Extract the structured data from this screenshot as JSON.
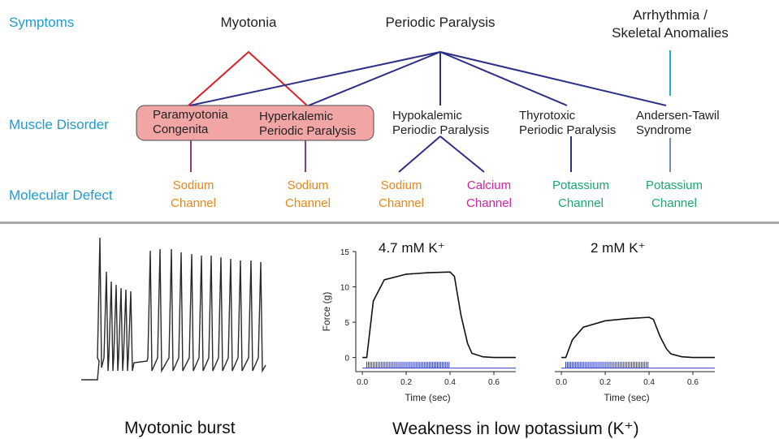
{
  "row_labels": {
    "symptoms": "Symptoms",
    "muscle_disorder": "Muscle Disorder",
    "molecular_defect": "Molecular Defect"
  },
  "symptoms": {
    "myotonia": "Myotonia",
    "periodic_paralysis": "Periodic Paralysis",
    "arrhythmia_line1": "Arrhythmia /",
    "arrhythmia_line2": "Skeletal Anomalies"
  },
  "disorders": {
    "paramyotonia_line1": "Paramyotonia",
    "paramyotonia_line2": "Congenita",
    "hyperkalemic_line1": "Hyperkalemic",
    "hyperkalemic_line2": "Periodic Paralysis",
    "hypokalemic_line1": "Hypokalemic",
    "hypokalemic_line2": "Periodic Paralysis",
    "thyrotoxic_line1": "Thyrotoxic",
    "thyrotoxic_line2": "Periodic Paralysis",
    "andersen_line1": "Andersen-Tawil",
    "andersen_line2": "Syndrome"
  },
  "defects": [
    {
      "line1": "Sodium",
      "line2": "Channel",
      "color": "#e8861a"
    },
    {
      "line1": "Sodium",
      "line2": "Channel",
      "color": "#e8861a"
    },
    {
      "line1": "Sodium",
      "line2": "Channel",
      "color": "#e8861a"
    },
    {
      "line1": "Calcium",
      "line2": "Channel",
      "color": "#d020a8"
    },
    {
      "line1": "Potassium",
      "line2": "Channel",
      "color": "#1aa870"
    },
    {
      "line1": "Potassium",
      "line2": "Channel",
      "color": "#1aa870"
    }
  ],
  "colors": {
    "myotonia_lines": "#d8232a",
    "paralysis_lines": "#2b2f86",
    "arrhythmia_line": "#1fb2d0",
    "highlight_box": "#f2a5a5",
    "divider": "#a9a9a9"
  },
  "plots": {
    "left_title": "4.7 mM K⁺",
    "right_title": "2 mM K⁺",
    "y_axis_label": "Force (g)",
    "y_ticks": [
      "0",
      "5",
      "10",
      "15"
    ],
    "x_ticks": [
      "0.0",
      "0.2",
      "0.4",
      "0.6"
    ],
    "x_axis_label": "Time (sec)"
  },
  "chart_data": [
    {
      "type": "line",
      "title": "4.7 mM K⁺",
      "xlabel": "Time (sec)",
      "ylabel": "Force (g)",
      "xlim": [
        -0.03,
        0.7
      ],
      "ylim": [
        -2,
        15
      ],
      "x": [
        0.0,
        0.02,
        0.05,
        0.1,
        0.2,
        0.3,
        0.4,
        0.42,
        0.45,
        0.48,
        0.5,
        0.55,
        0.6,
        0.7
      ],
      "y": [
        0,
        0,
        8,
        11,
        11.8,
        12,
        12.1,
        11.5,
        6,
        2,
        0.6,
        0.1,
        0,
        0
      ],
      "stimulus_window": [
        0.02,
        0.4
      ]
    },
    {
      "type": "line",
      "title": "2 mM K⁺",
      "xlabel": "Time (sec)",
      "xlim": [
        -0.03,
        0.7
      ],
      "ylim": [
        -2,
        15
      ],
      "x": [
        0.0,
        0.02,
        0.05,
        0.1,
        0.2,
        0.3,
        0.4,
        0.42,
        0.45,
        0.48,
        0.5,
        0.55,
        0.6,
        0.7
      ],
      "y": [
        0,
        0,
        2.5,
        4.3,
        5.2,
        5.5,
        5.7,
        5.4,
        3,
        1.2,
        0.5,
        0.1,
        0,
        0
      ],
      "stimulus_window": [
        0.02,
        0.4
      ]
    }
  ],
  "captions": {
    "left": "Myotonic burst",
    "right": "Weakness in low potassium (K⁺)"
  }
}
